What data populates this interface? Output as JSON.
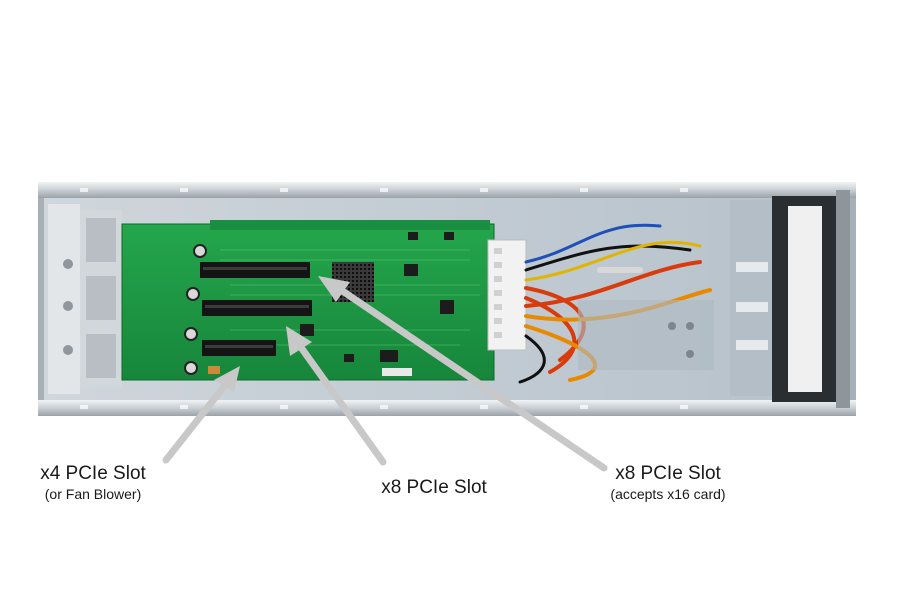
{
  "labels": {
    "x4_slot": {
      "title": "x4 PCIe Slot",
      "note": "(or Fan Blower)"
    },
    "x8_slot": {
      "title": "x8 PCIe Slot"
    },
    "x8_x16_slot": {
      "title": "x8 PCIe Slot",
      "note": "(accepts x16 card)"
    }
  },
  "colors": {
    "board": "#1f9a46",
    "chassis": "#c9cfd4",
    "arrow": "#c8c8c8",
    "slot": "#1a1a1a"
  }
}
